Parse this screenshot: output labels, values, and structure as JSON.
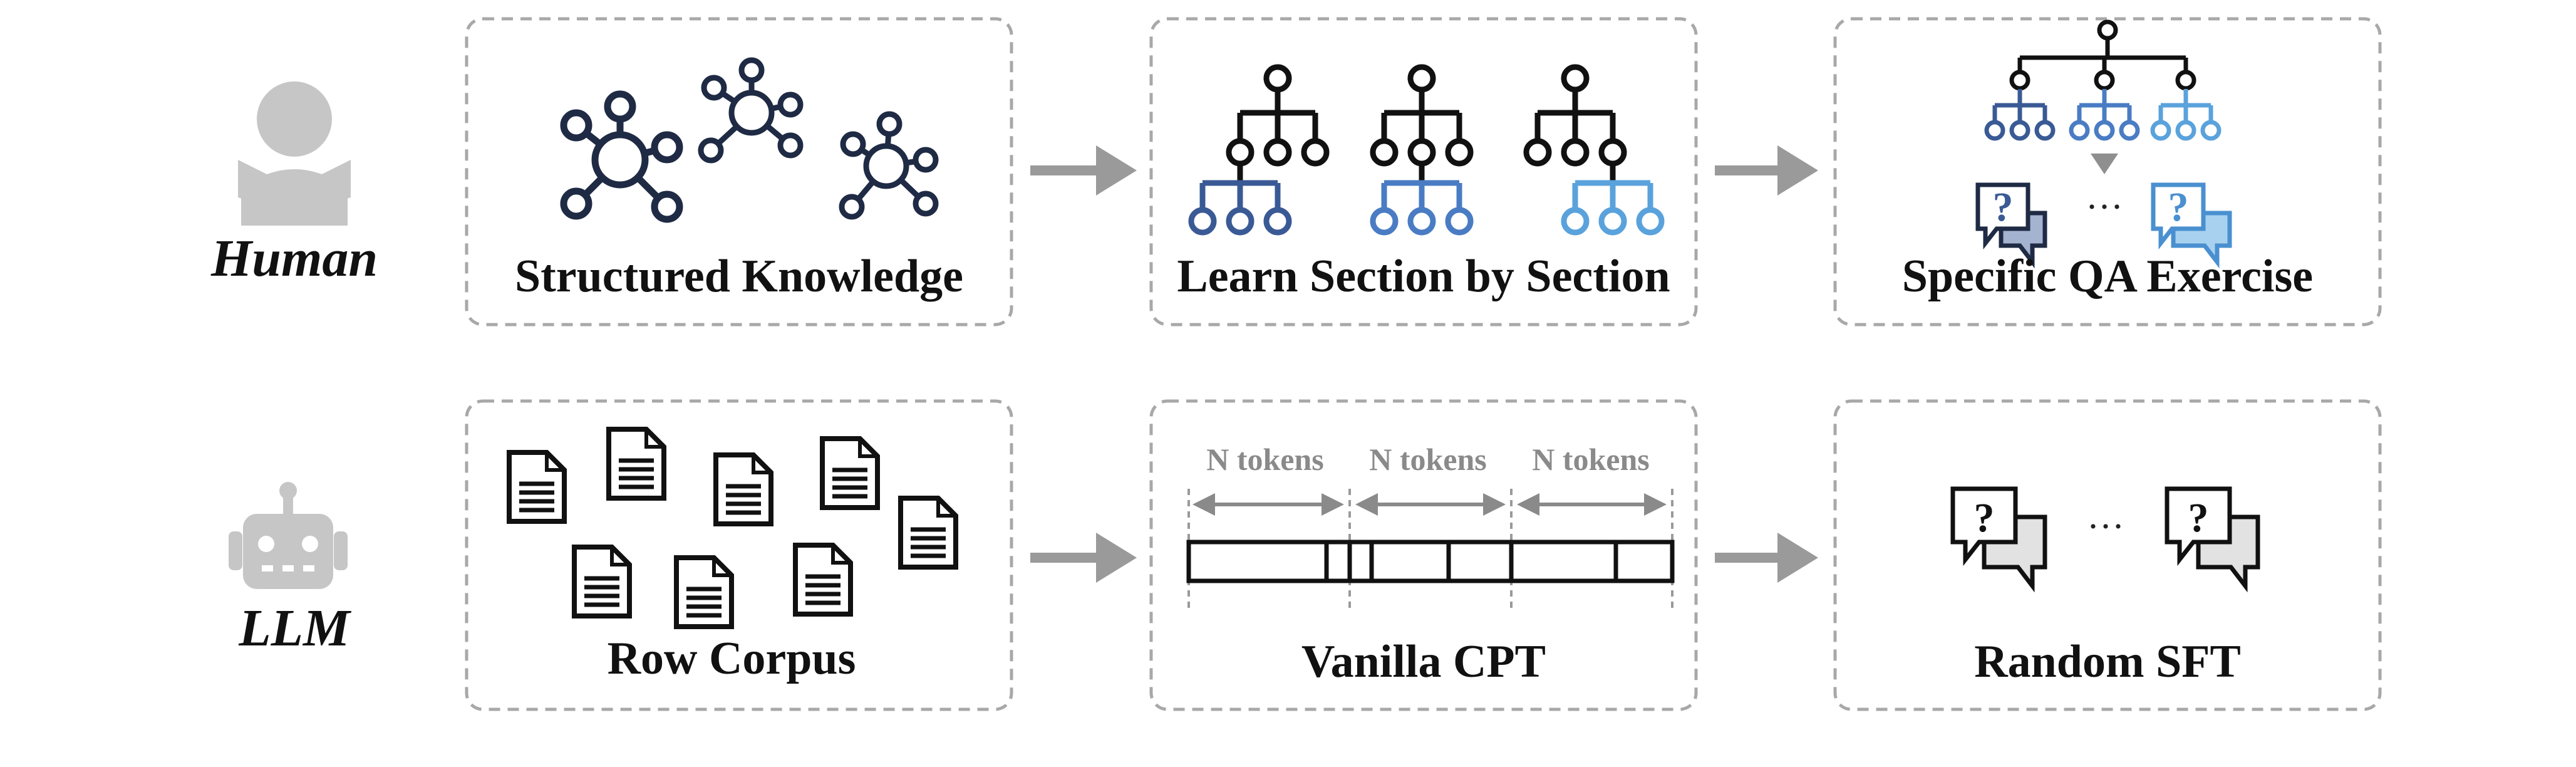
{
  "rows": {
    "human": {
      "label": "Human",
      "panels": {
        "structured_knowledge": {
          "title": "Structured Knowledge"
        },
        "learn_section": {
          "title": "Learn Section by Section"
        },
        "specific_qa": {
          "title": "Specific QA Exercise",
          "ellipsis": "···",
          "question_mark": "?"
        }
      }
    },
    "llm": {
      "label": "LLM",
      "panels": {
        "row_corpus": {
          "title": "Row Corpus"
        },
        "vanilla_cpt": {
          "title": "Vanilla CPT",
          "token_label": "N tokens"
        },
        "random_sft": {
          "title": "Random SFT",
          "ellipsis": "···",
          "question_mark": "?"
        }
      }
    }
  },
  "colors": {
    "dark_navy": "#1f2a44",
    "blue_1": "#3a5a95",
    "blue_2": "#4a7cc4",
    "blue_3": "#5aa2dc",
    "gray_icon": "#c6c6c6",
    "arrow_gray": "#9a9a9a",
    "dashed_border": "#a8a8a8"
  }
}
